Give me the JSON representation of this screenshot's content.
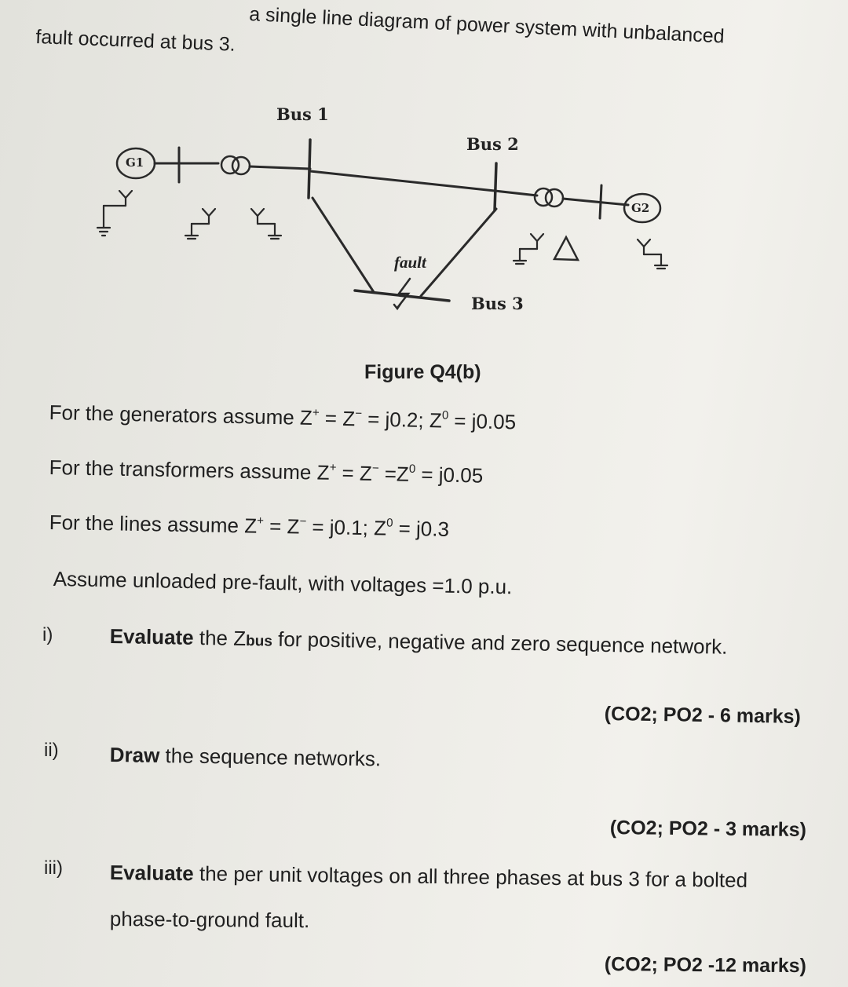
{
  "intro": {
    "line1_partial": "a single line diagram of power system with unbalanced",
    "line2": "fault occurred at bus 3."
  },
  "diagram": {
    "bus1": "Bus 1",
    "bus2": "Bus 2",
    "bus3": "Bus 3",
    "gen1": "G1",
    "gen2": "G2",
    "fault": "fault"
  },
  "figure_caption": "Figure Q4(b)",
  "assumptions": {
    "gen_prefix": "For the generators assume Z",
    "gen_mid1": " = Z",
    "gen_mid2": " = j0.2; Z",
    "gen_end": " = j0.05",
    "tr_prefix": "For the transformers assume Z",
    "tr_mid1": " = Z",
    "tr_mid2": " =Z",
    "tr_end": " = j0.05",
    "line_prefix": "For the lines assume Z",
    "line_mid1": " = Z",
    "line_mid2": " = j0.1; Z",
    "line_end": " = j0.3",
    "prefault": "Assume unloaded pre-fault, with voltages =1.0 p.u.",
    "sup_plus": "+",
    "sup_minus": "−",
    "sup_zero": "0"
  },
  "questions": [
    {
      "num": "i)",
      "lead": "Evaluate",
      "text_a": " the Z",
      "sub": "bus",
      "text_b": " for positive, negative and zero sequence network.",
      "marks": "(CO2; PO2 - 6 marks)"
    },
    {
      "num": "ii)",
      "lead": "Draw",
      "text_a": " the sequence networks.",
      "marks": "(CO2; PO2 - 3 marks)"
    },
    {
      "num": "iii)",
      "lead": "Evaluate",
      "text_a": " the per unit voltages on all three phases at bus 3 for a bolted",
      "text_c": "phase-to-ground fault.",
      "marks": "(CO2; PO2 -12 marks)"
    }
  ]
}
